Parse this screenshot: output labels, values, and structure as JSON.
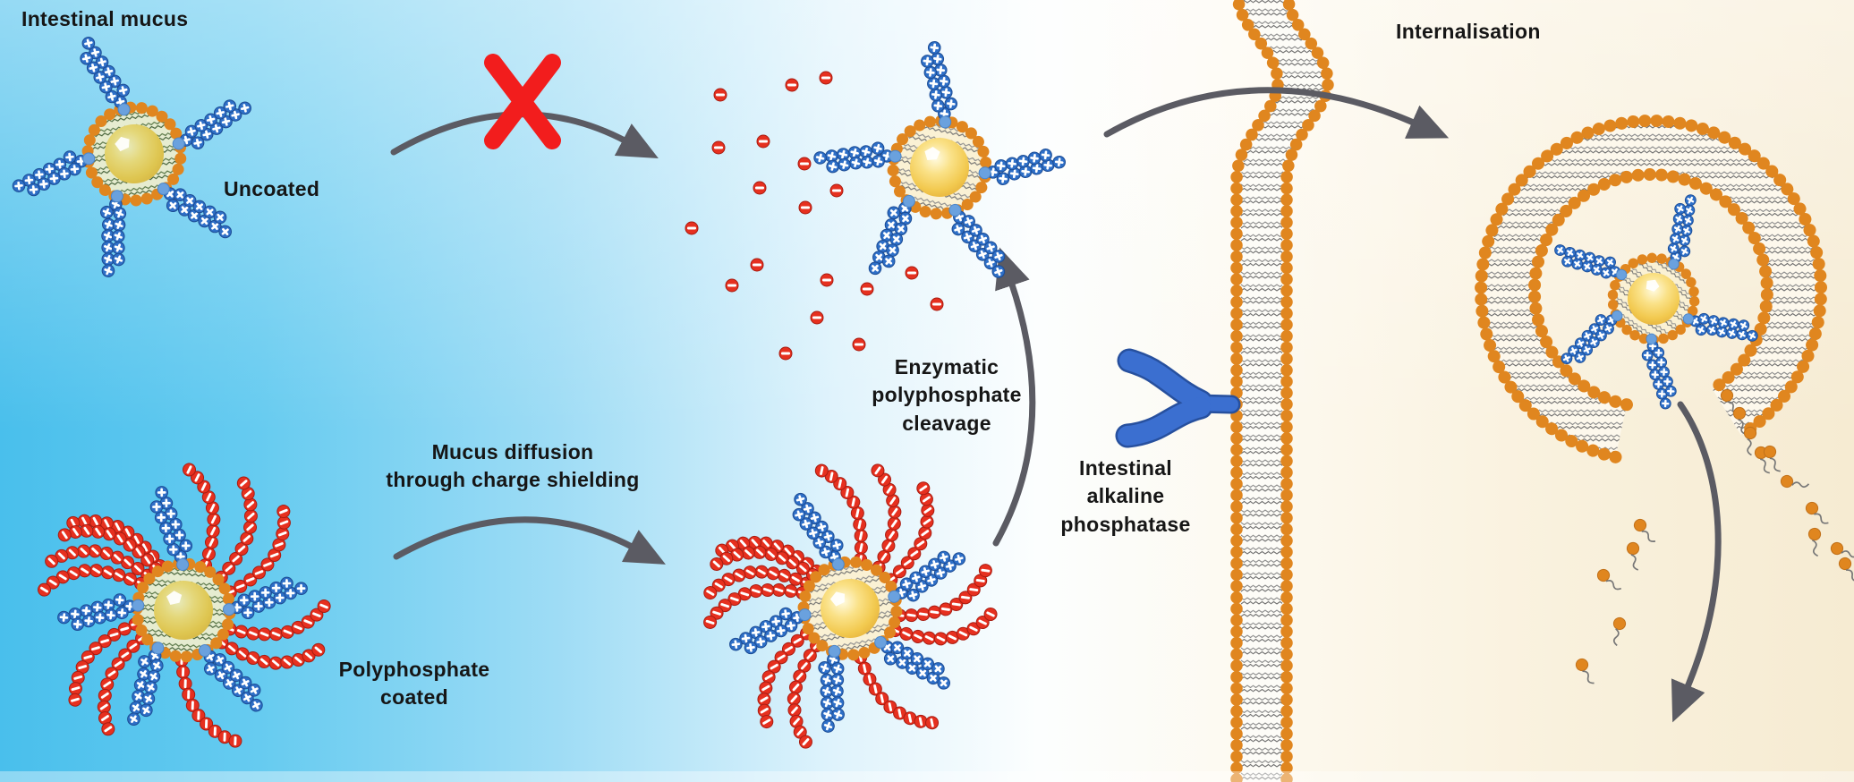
{
  "figure": {
    "labels": {
      "intestinal_mucus": "Intestinal mucus",
      "uncoated": "Uncoated",
      "mucus_diffusion": "Mucus diffusion\nthrough charge shielding",
      "enzymatic_cleavage": "Enzymatic\npolyphosphate\ncleavage",
      "intestinal_alkaline_phosphatase": "Intestinal\nalkaline\nphosphatase",
      "internalisation": "Internalisation",
      "polyphosphate_coated": "Polyphosphate\ncoated"
    },
    "colors": {
      "background_left_blue": "#5ac5ee",
      "background_right_cream": "#f7ecd3",
      "membrane_head_orange": "#e0861f",
      "polyphosphate_red": "#e6301f",
      "cationic_bead_blue": "#2e6fc7",
      "linker_dot_blue": "#6aa1de",
      "enzyme_blue": "#3b6fd0",
      "arrow_gray": "#5b5b63",
      "blocked_cross_red": "#f21d1d",
      "nanoparticle_core_yellow": "#f3cc55"
    }
  }
}
